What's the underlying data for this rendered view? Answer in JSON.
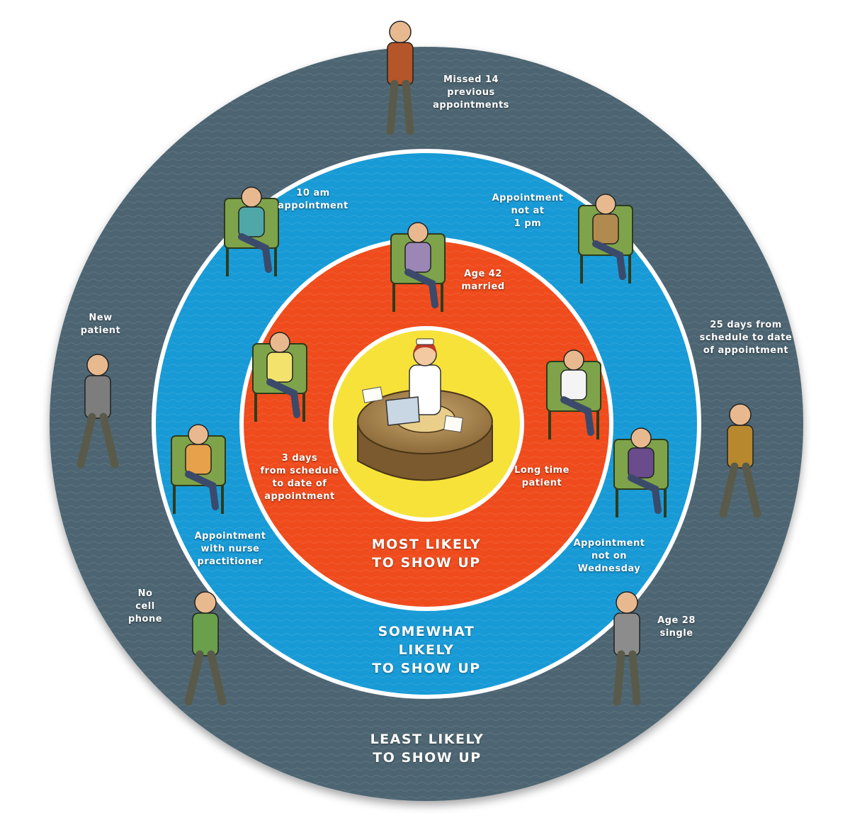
{
  "colors": {
    "outer_ring": "#4d6572",
    "middle_ring": "#179ad6",
    "inner_ring": "#ef4b1c",
    "center": "#f7e23a",
    "divider": "#ffffff"
  },
  "zones": {
    "most": "MOST LIKELY\nTO SHOW UP",
    "somewhat": "SOMEWHAT\nLIKELY\nTO SHOW UP",
    "least": "LEAST LIKELY\nTO SHOW UP"
  },
  "factors": {
    "missed_appointments": "Missed 14\nprevious\nappointments",
    "ten_am": "10 am\nappointment",
    "not_1pm": "Appointment\nnot at\n1 pm",
    "age_42": "Age 42\nmarried",
    "new_patient": "New\npatient",
    "days_25": "25 days from\nschedule to date\nof appointment",
    "days_3": "3 days\nfrom schedule\nto date of\nappointment",
    "long_time": "Long time\npatient",
    "nurse_practitioner": "Appointment\nwith nurse\npractitioner",
    "not_wednesday": "Appointment\nnot on\nWednesday",
    "no_cell": "No\ncell\nphone",
    "age_28": "Age 28\nsingle"
  },
  "figures": {
    "center": "receptionist-desk",
    "inner": [
      "woman-reading-paper",
      "woman-using-tablet",
      "man-using-tablet"
    ],
    "middle": [
      "older-man-seated",
      "man-on-phone-seated",
      "woman-using-phone-seated",
      "man-using-tablet-seated"
    ],
    "outer": [
      "man-on-phone-standing",
      "woman-walking-phone",
      "man-walking-phone",
      "man-walking",
      "woman-standing-tablet"
    ]
  }
}
